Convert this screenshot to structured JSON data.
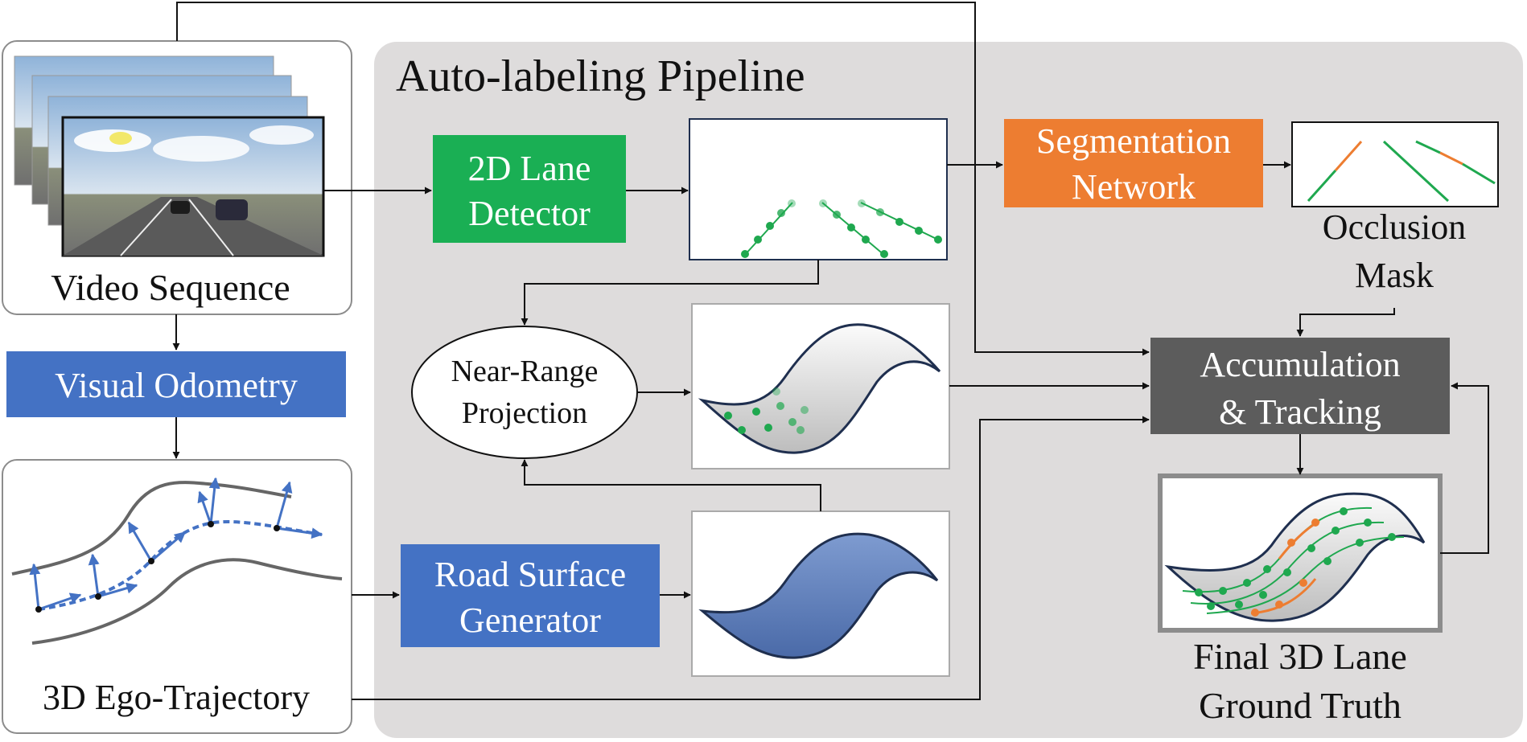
{
  "colors": {
    "pipeline_bg": "#dedcdc",
    "green": "#1aaf54",
    "blue": "#4472c4",
    "orange": "#ed7d31",
    "dark_gray": "#5c5c5c",
    "lane_green": "#1fa84f",
    "lane_orange": "#ed7d31",
    "road_blue": "#5a7fbf"
  },
  "pipeline": {
    "title": "Auto-labeling Pipeline"
  },
  "inputs": {
    "video": {
      "label": "Video Sequence"
    },
    "odometry": {
      "label": "Visual Odometry"
    },
    "trajectory": {
      "label": "3D Ego-Trajectory"
    }
  },
  "blocks": {
    "lane_detector": {
      "line1": "2D Lane",
      "line2": "Detector"
    },
    "segmentation": {
      "line1": "Segmentation",
      "line2": "Network"
    },
    "occlusion": {
      "line1": "Occlusion",
      "line2": "Mask"
    },
    "projection": {
      "line1": "Near-Range",
      "line2": "Projection"
    },
    "road_surface": {
      "line1": "Road Surface",
      "line2": "Generator"
    },
    "accumulation": {
      "line1": "Accumulation",
      "line2": "& Tracking"
    },
    "final": {
      "line1": "Final 3D Lane",
      "line2": "Ground Truth"
    }
  },
  "icons": [
    "video-frames-image",
    "lane-detection-panel",
    "occlusion-mask-panel",
    "projected-points-panel",
    "road-surface-panel",
    "final-lanes-panel",
    "trajectory-pose-illustration"
  ]
}
